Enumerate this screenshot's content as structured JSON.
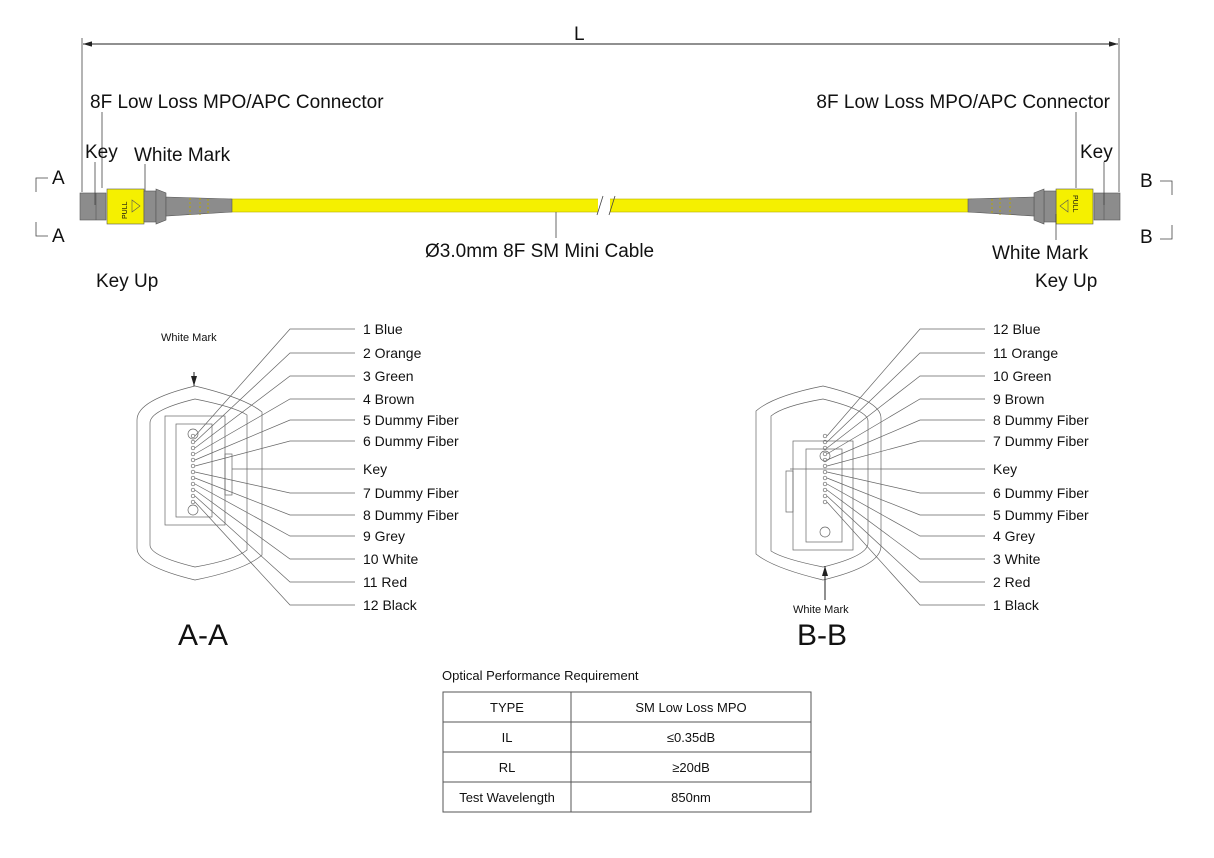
{
  "dimension": {
    "length_label": "L"
  },
  "left": {
    "connector_label": "8F Low Loss MPO/APC Connector",
    "key_label": "Key",
    "white_mark_label": "White Mark",
    "section_letter": "A",
    "key_up_label": "Key Up",
    "pull_text": "PULL"
  },
  "right": {
    "connector_label": "8F Low Loss MPO/APC Connector",
    "key_label": "Key",
    "white_mark_label": "White Mark",
    "section_letter": "B",
    "key_up_label": "Key  Up",
    "pull_text": "PULL"
  },
  "cable": {
    "label": "Ø3.0mm 8F SM Mini Cable",
    "color": "#f5f000"
  },
  "colors": {
    "connector_body": "#8c8c8c",
    "latch": "#f5f000"
  },
  "section_aa": {
    "title": "A-A",
    "white_mark_label": "White Mark",
    "key_label": "Key",
    "fibers": [
      "1 Blue",
      "2 Orange",
      "3 Green",
      "4 Brown",
      "5 Dummy Fiber",
      "6 Dummy Fiber",
      "7 Dummy Fiber",
      "8 Dummy Fiber",
      "9 Grey",
      "10 White",
      "11 Red",
      "12 Black"
    ]
  },
  "section_bb": {
    "title": "B-B",
    "white_mark_label": "White Mark",
    "key_label": "Key",
    "fibers": [
      "12 Blue",
      "11 Orange",
      "10 Green",
      "9 Brown",
      "8 Dummy Fiber",
      "7 Dummy Fiber",
      "6 Dummy Fiber",
      "5 Dummy Fiber",
      "4 Grey",
      "3 White",
      "2 Red",
      "1 Black"
    ]
  },
  "performance": {
    "title": "Optical Performance Requirement",
    "rows": [
      [
        "TYPE",
        "SM Low Loss MPO"
      ],
      [
        "IL",
        "≤0.35dB"
      ],
      [
        "RL",
        "≥20dB"
      ],
      [
        "Test Wavelength",
        "850nm"
      ]
    ]
  }
}
